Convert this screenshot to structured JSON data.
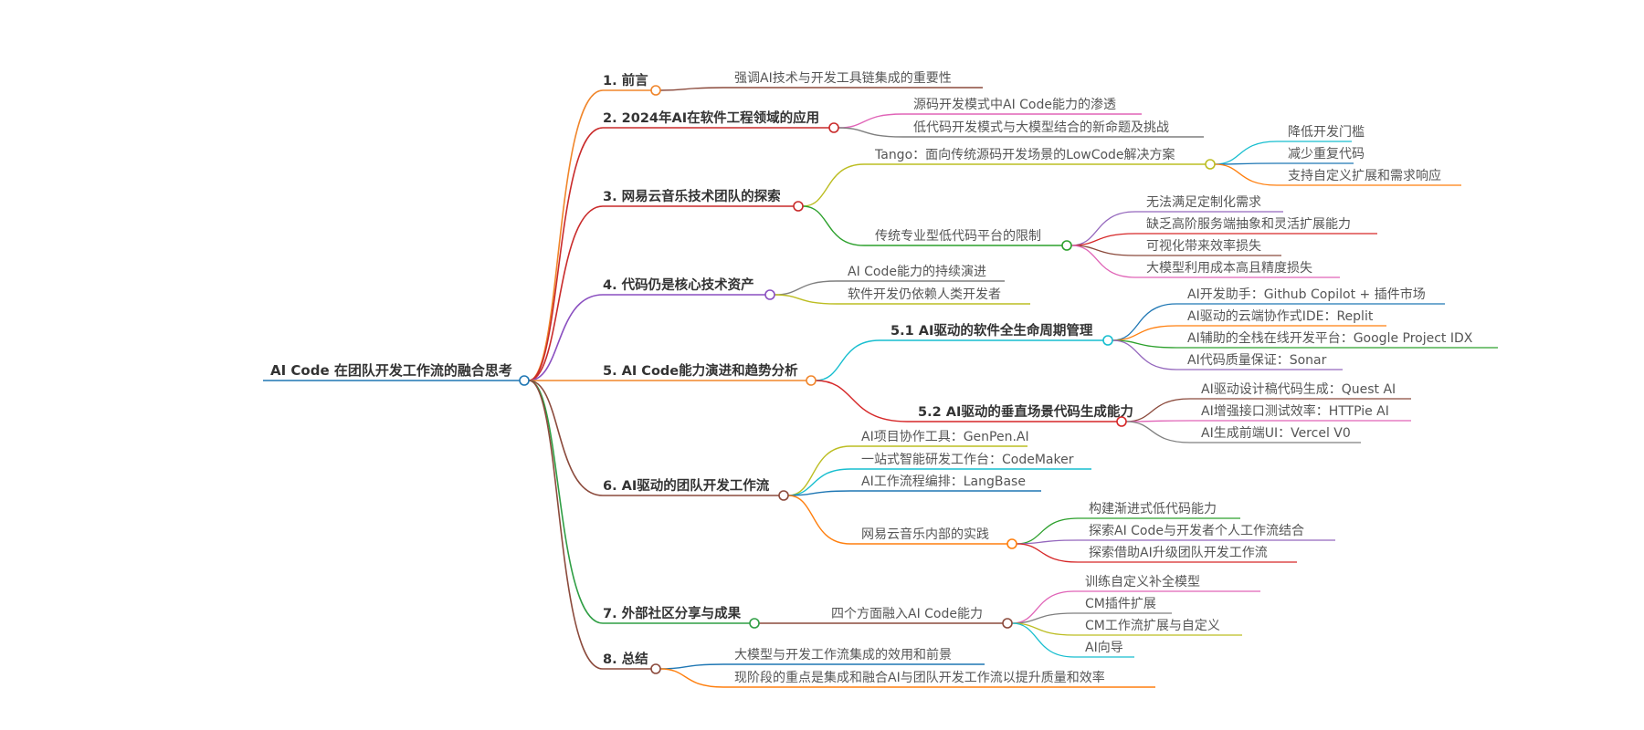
{
  "root": {
    "label": "AI Code 在团队开发工作流的融合思考"
  },
  "sections": [
    {
      "id": "s1",
      "label": "1. 前言",
      "color": "#f0852a",
      "children": [
        {
          "label": "强调AI技术与开发工具链集成的重要性"
        }
      ]
    },
    {
      "id": "s2",
      "label": "2. 2024年AI在软件工程领域的应用",
      "color": "#c92a2a",
      "children": [
        {
          "label": "源码开发模式中AI Code能力的渗透"
        },
        {
          "label": "低代码开发模式与大模型结合的新命题及挑战"
        }
      ]
    },
    {
      "id": "s3",
      "label": "3. 网易云音乐技术团队的探索",
      "color": "#c92a2a",
      "children": [
        {
          "label": "Tango：面向传统源码开发场景的LowCode解决方案",
          "children": [
            {
              "label": "降低开发门槛"
            },
            {
              "label": "减少重复代码"
            },
            {
              "label": "支持自定义扩展和需求响应"
            }
          ]
        },
        {
          "label": "传统专业型低代码平台的限制",
          "children": [
            {
              "label": "无法满足定制化需求"
            },
            {
              "label": "缺乏高阶服务端抽象和灵活扩展能力"
            },
            {
              "label": "可视化带来效率损失"
            },
            {
              "label": "大模型利用成本高且精度损失"
            }
          ]
        }
      ]
    },
    {
      "id": "s4",
      "label": "4. 代码仍是核心技术资产",
      "color": "#8a4fc0",
      "children": [
        {
          "label": "AI Code能力的持续演进"
        },
        {
          "label": "软件开发仍依赖人类开发者"
        }
      ]
    },
    {
      "id": "s5",
      "label": "5. AI Code能力演进和趋势分析",
      "color": "#f0852a",
      "children": [
        {
          "label": "5.1 AI驱动的软件全生命周期管理",
          "children": [
            {
              "label": "AI开发助手：Github Copilot + 插件市场"
            },
            {
              "label": "AI驱动的云端协作式IDE：Replit"
            },
            {
              "label": "AI辅助的全栈在线开发平台：Google Project IDX"
            },
            {
              "label": "AI代码质量保证：Sonar"
            }
          ]
        },
        {
          "label": "5.2 AI驱动的垂直场景代码生成能力",
          "children": [
            {
              "label": "AI驱动设计稿代码生成：Quest AI"
            },
            {
              "label": "AI增强接口测试效率：HTTPie AI"
            },
            {
              "label": "AI生成前端UI：Vercel V0"
            }
          ]
        }
      ]
    },
    {
      "id": "s6",
      "label": "6. AI驱动的团队开发工作流",
      "color": "#8b4a3c",
      "children": [
        {
          "label": "AI项目协作工具：GenPen.AI"
        },
        {
          "label": "一站式智能研发工作台：CodeMaker"
        },
        {
          "label": "AI工作流程编排：LangBase"
        },
        {
          "label": "网易云音乐内部的实践",
          "children": [
            {
              "label": "构建渐进式低代码能力"
            },
            {
              "label": "探索AI Code与开发者个人工作流结合"
            },
            {
              "label": "探索借助AI升级团队开发工作流"
            }
          ]
        }
      ]
    },
    {
      "id": "s7",
      "label": "7. 外部社区分享与成果",
      "color": "#2f9e44",
      "children": [
        {
          "label": "四个方面融入AI Code能力",
          "children": [
            {
              "label": "训练自定义补全模型"
            },
            {
              "label": "CM插件扩展"
            },
            {
              "label": "CM工作流扩展与自定义"
            },
            {
              "label": "AI向导"
            }
          ]
        }
      ]
    },
    {
      "id": "s8",
      "label": "8. 总结",
      "color": "#8b4a3c",
      "children": [
        {
          "label": "大模型与开发工作流集成的效用和前景"
        },
        {
          "label": "现阶段的重点是集成和融合AI与团队开发工作流以提升质量和效率"
        }
      ]
    }
  ]
}
